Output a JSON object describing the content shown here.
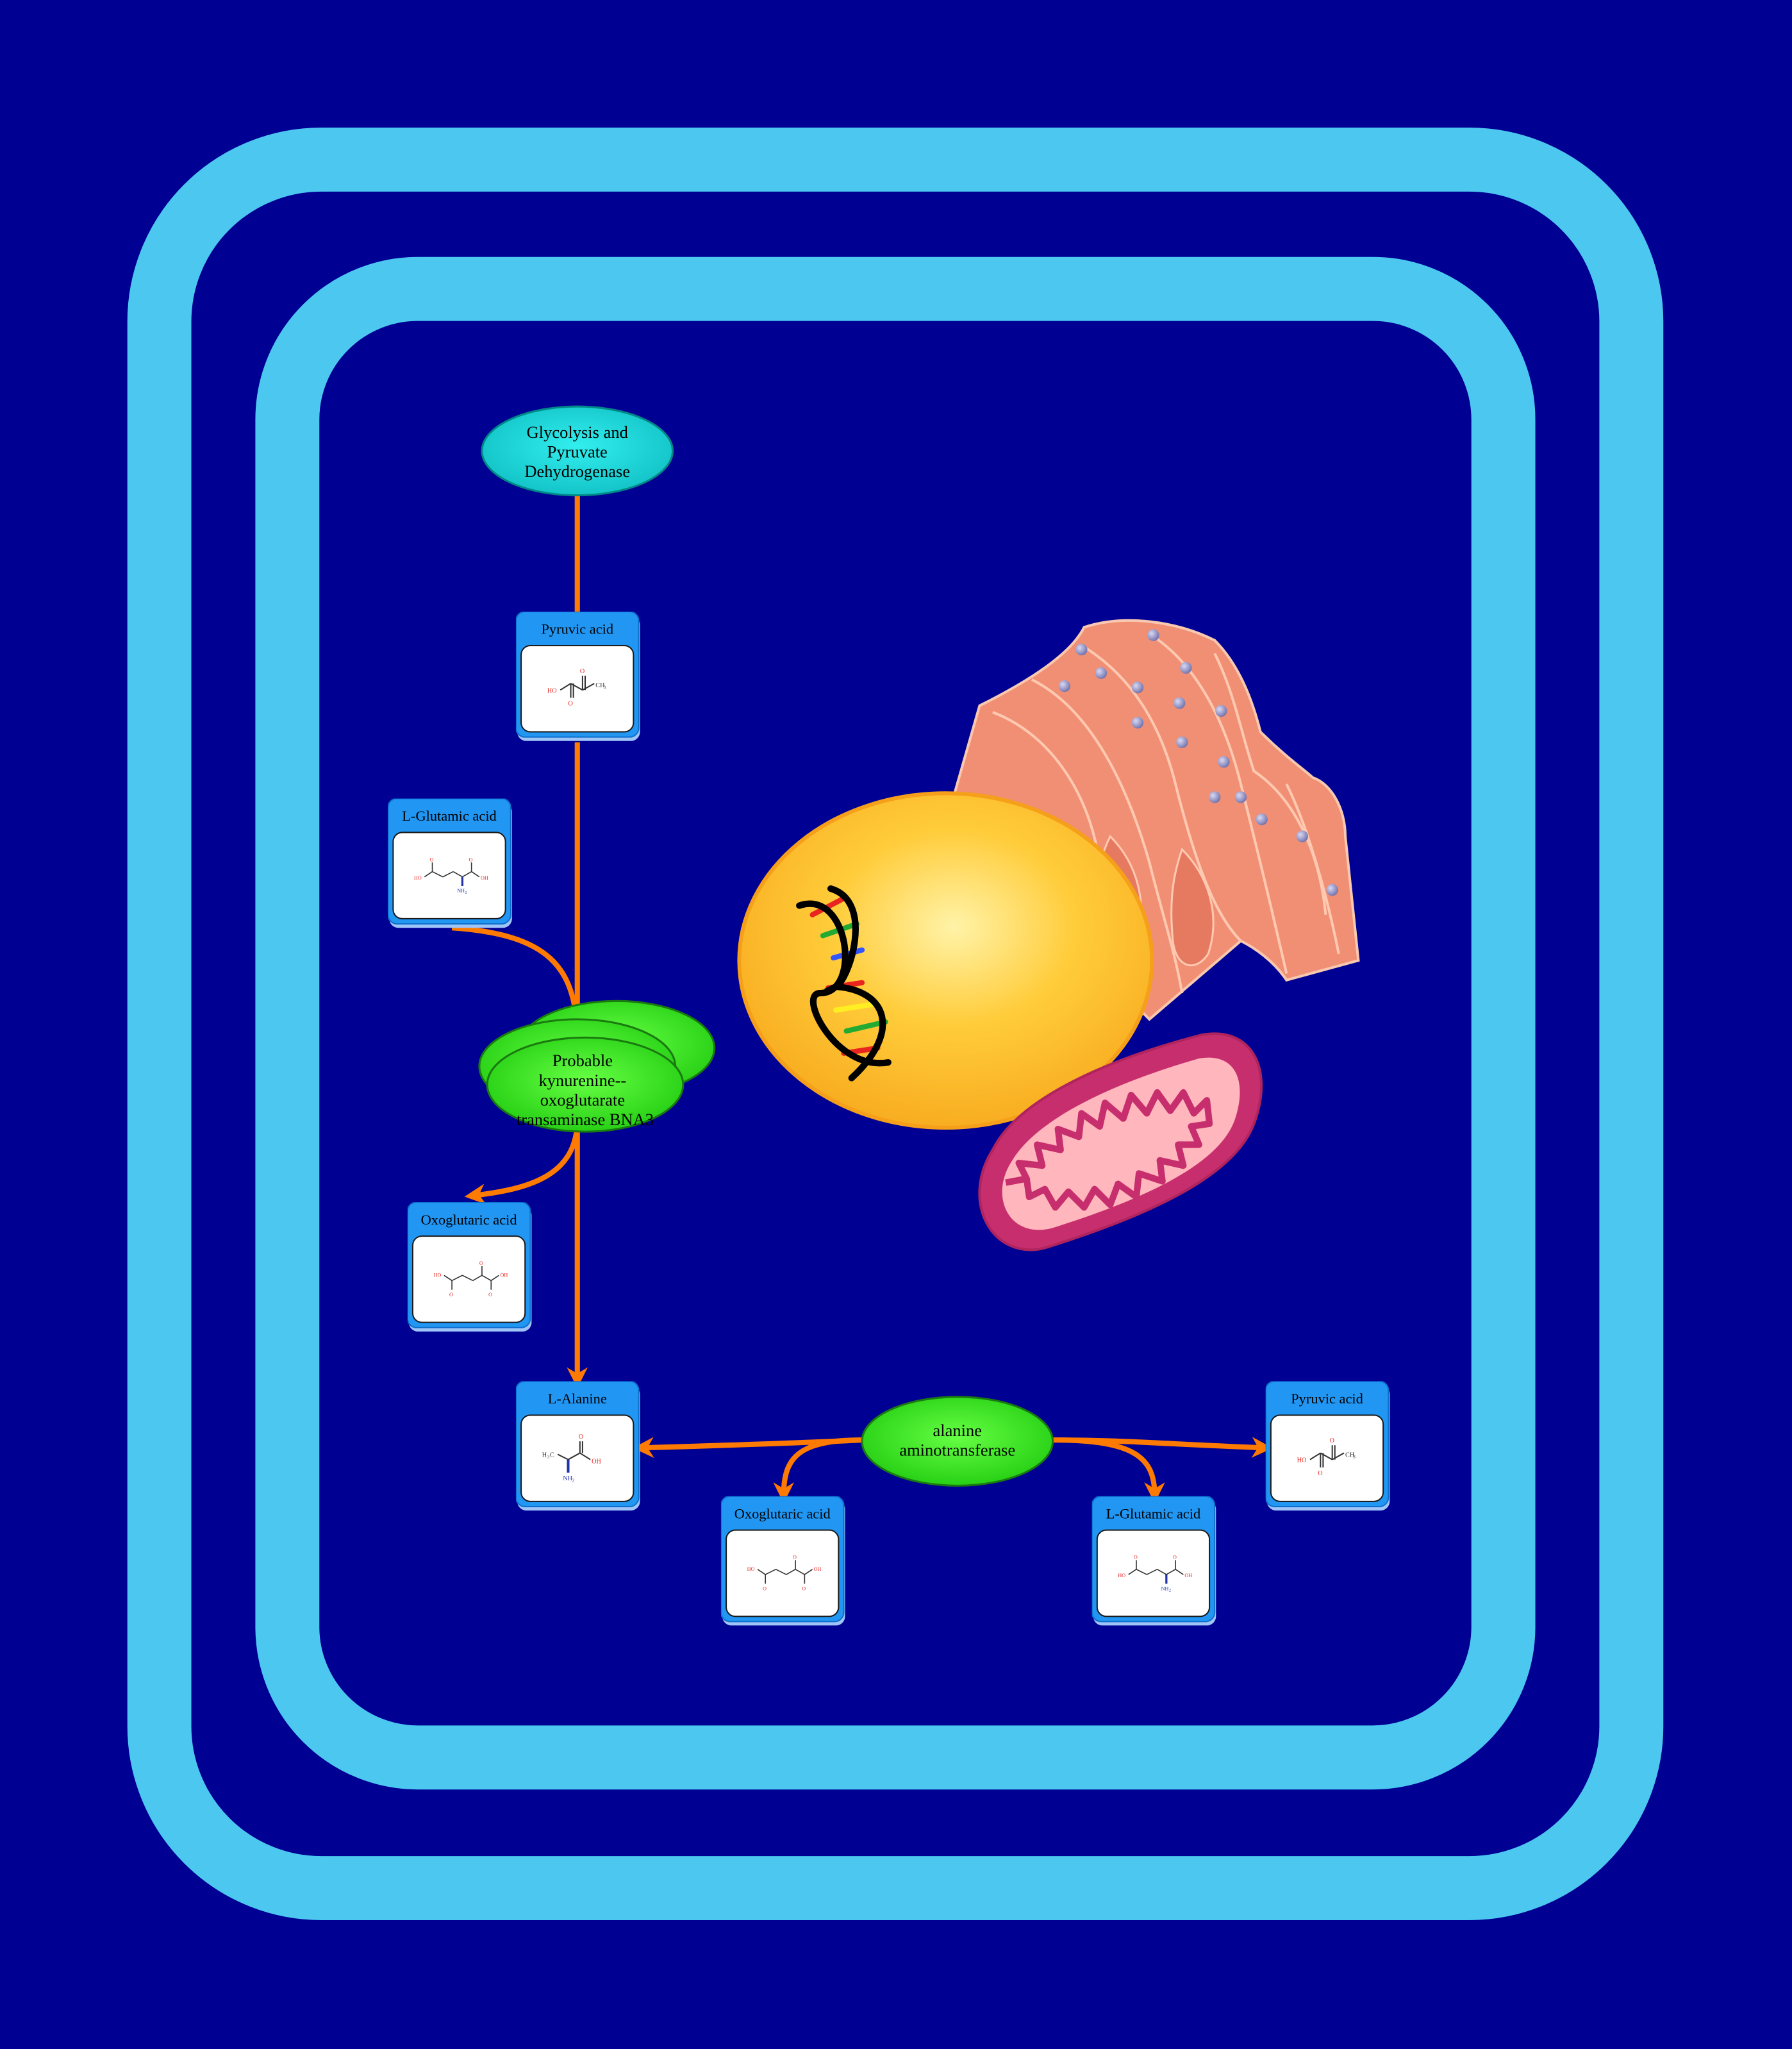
{
  "colors": {
    "background": "#000093",
    "membrane": "#4cc7f0",
    "arrow": "#ff7a00",
    "enzyme_green": "#33dd11",
    "enzyme_cyan": "#11cccc",
    "compound_header": "#2196f3"
  },
  "pathway": {
    "name": "Glycolysis and Pyruvate Dehydrogenase",
    "name_lines": [
      "Glycolysis and",
      "Pyruvate",
      "Dehydrogenase"
    ]
  },
  "enzymes": {
    "bna3": {
      "lines": [
        "Probable",
        "kynurenine--",
        "oxoglutarate",
        "transaminase BNA3"
      ]
    },
    "alt": {
      "lines": [
        "alanine",
        "aminotransferase"
      ]
    }
  },
  "compounds": {
    "pyruvic_top": {
      "name": "Pyruvic acid"
    },
    "glutamic_top": {
      "name": "L-Glutamic acid"
    },
    "oxoglutaric_left": {
      "name": "Oxoglutaric acid"
    },
    "alanine": {
      "name": "L-Alanine"
    },
    "oxoglutaric_bottom": {
      "name": "Oxoglutaric acid"
    },
    "glutamic_bottom": {
      "name": "L-Glutamic acid"
    },
    "pyruvic_right": {
      "name": "Pyruvic acid"
    }
  },
  "structure_labels": {
    "pyruvic": {
      "ho": "HO",
      "o1": "O",
      "o2": "O",
      "ch3": "CH",
      "sub3": "3"
    },
    "glutamic": {
      "ho": "HO",
      "oh": "OH",
      "o1": "O",
      "o2": "O",
      "nh2": "NH",
      "sub2": "2"
    },
    "oxoglutaric": {
      "ho": "HO",
      "oh": "OH",
      "o1": "O",
      "o2": "O",
      "o3": "O"
    },
    "alanine": {
      "h3c": "H",
      "sub3": "3",
      "c": "C",
      "oh": "OH",
      "o": "O",
      "nh2": "NH",
      "sub2": "2"
    }
  }
}
